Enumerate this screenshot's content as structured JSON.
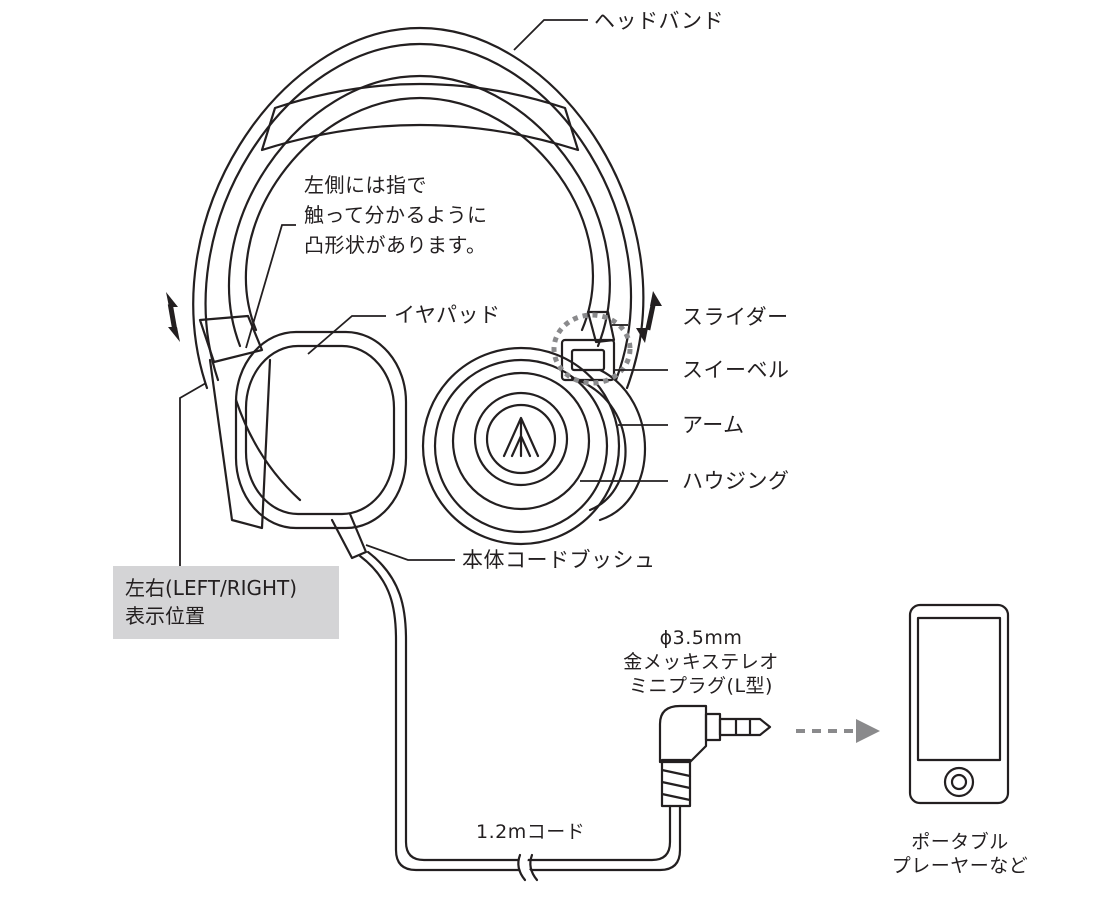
{
  "labels": {
    "headband": "ヘッドバンド",
    "left_note": [
      "左側には指で",
      "触って分かるように",
      "凸形状があります。"
    ],
    "earpad": "イヤパッド",
    "slider": "スライダー",
    "swivel": "スイーベル",
    "arm": "アーム",
    "housing": "ハウジング",
    "cord_bushing": "本体コードブッシュ",
    "lr_position": [
      "左右(LEFT/RIGHT)",
      "表示位置"
    ],
    "plug": [
      "ϕ3.5mm",
      "金メッキステレオ",
      "ミニプラグ(L型)"
    ],
    "cord": "1.2mコード",
    "player": [
      "ポータブル",
      "プレーヤーなど"
    ]
  },
  "colors": {
    "line": "#231f20",
    "highlight_box": "#d4d4d6",
    "dashed": "#8a8a8c"
  }
}
